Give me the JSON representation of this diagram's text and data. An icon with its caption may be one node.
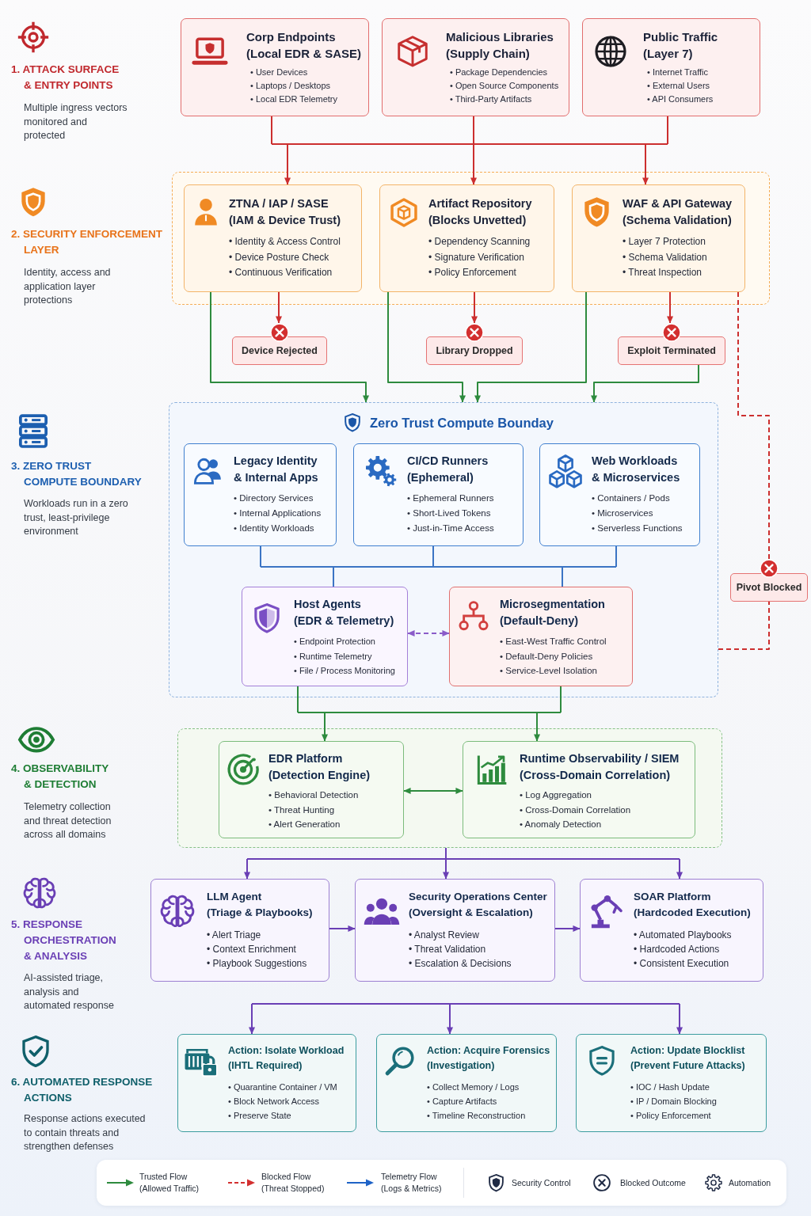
{
  "diagram": {
    "nodes": [
      {
        "text": [
          "Corp Endpoints (Local EDR & SASE)",
          "• User Devices",
          "• Laptops / Desktops",
          "• Local EDR Telemetry"
        ]
      },
      {
        "text": [
          "Malicious Libraries (Supply Chain)",
          "• Package Dependencies",
          "• Open Source Components",
          "• Third-Party Artifacts"
        ]
      },
      {
        "text": [
          "Public Traffic (Layer 7)",
          "• Internet Traffic",
          "• External Users",
          "• API Consumers"
        ]
      },
      {
        "text": [],
        "shape": "box"
      },
      {
        "text": [
          "ZTNA / IAP / SASE (IAM & Device Trust)",
          "• Identity & Access Control",
          "• Device Posture Check",
          "• Continuous Verification"
        ],
        "in": 3
      },
      {
        "text": [
          "Artifact Repository (Blocks Unvetted)",
          "• Dependency Scanning",
          "• Signature Verification",
          "• Policy Enforcement"
        ],
        "in": 3
      },
      {
        "text": [
          "WAF & API Gateway (Schema Validation)",
          "• Layer 7 Protection",
          "• Schema Validation",
          "• Threat Inspection"
        ],
        "in": 3
      },
      {
        "text": [
          "Device Rejected"
        ]
      },
      {
        "text": [
          "Library Dropped"
        ]
      },
      {
        "text": [
          "Exploit Terminated"
        ]
      },
      {
        "text": [
          "Zero Trust Compute Bounday"
        ]
      },
      {
        "text": [
          "Legacy Identity & Internal Apps",
          "• Directory Services",
          "• Internal Applications",
          "• Identity Workloads"
        ],
        "in": 10
      },
      {
        "text": [
          "CI/CD Runners (Ephemeral)",
          "• Ephemeral Runners",
          "• Short-Lived Tokens",
          "• Just-in-Time Access"
        ],
        "in": 10
      },
      {
        "text": [
          "Web Workloads & Microservices",
          "• Containers / Pods",
          "• Microservices",
          "• Serverless Functions"
        ],
        "in": 10
      },
      {
        "text": [
          "Host Agents (EDR & Telemetry)",
          "• Endpoint Protection",
          "• Runtime Telemetry",
          "• File / Process Monitoring"
        ],
        "in": 10
      },
      {
        "text": [
          "Microsegmentation (Default-Deny)",
          "• East-West Traffic Control",
          "• Default-Deny Policies",
          "• Service-Level Isolation"
        ],
        "in": 10
      },
      {
        "text": [
          "Pivot Blocked"
        ]
      },
      {
        "text": [],
        "shape": "box"
      },
      {
        "text": [
          "EDR Platform (Detection Engine)",
          "• Behavioral Detection",
          "• Threat Hunting",
          "• Alert Generation"
        ],
        "in": 17
      },
      {
        "text": [
          "Runtime Observability / SIEM (Cross-Domain Correlation)",
          "• Log Aggregation",
          "• Cross-Domain Correlation",
          "• Anomaly Detection"
        ],
        "in": 17
      },
      {
        "text": [
          "LLM Agent (Triage & Playbooks)",
          "• Alert Triage",
          "• Context Enrichment",
          "• Playbook Suggestions"
        ]
      },
      {
        "text": [
          "Security Operations Center (Oversight & Escalation)",
          "• Analyst Review",
          "• Threat Validation",
          "• Escalation & Decisions"
        ]
      },
      {
        "text": [
          "SOAR Platform (Hardcoded Execution)",
          "• Automated Playbooks",
          "• Hardcoded Actions",
          "• Consistent Execution"
        ]
      },
      {
        "text": [
          "Action: Isolate Workload (IHTL Required)",
          "• Quarantine Container / VM",
          "• Block Network Access",
          "• Preserve State"
        ]
      },
      {
        "text": [
          "Action: Acquire Forensics (Investigation)",
          "• Collect Memory / Logs",
          "• Capture Artifacts",
          "• Timeline Reconstruction"
        ]
      },
      {
        "text": [
          "Action: Update Blocklist (Prevent Future Attacks)",
          "• IOC / Hash Update",
          "• IP / Domain Blocking",
          "• Policy Enforcement"
        ]
      }
    ],
    "edges": [
      {
        "from": 0,
        "to": 4,
        "arrow": "to"
      },
      {
        "from": 0,
        "to": 5,
        "arrow": "to"
      },
      {
        "from": 0,
        "to": 6,
        "arrow": "to"
      },
      {
        "from": 1,
        "to": 4,
        "arrow": "to"
      },
      {
        "from": 1,
        "to": 5,
        "arrow": "to"
      },
      {
        "from": 1,
        "to": 6,
        "arrow": "to"
      },
      {
        "from": 2,
        "to": 4,
        "arrow": "to"
      },
      {
        "from": 2,
        "to": 5,
        "arrow": "to"
      },
      {
        "from": 2,
        "to": 6,
        "arrow": "to"
      },
      {
        "from": 4,
        "to": 7,
        "arrow": "to"
      },
      {
        "from": 5,
        "to": 8,
        "arrow": "to"
      },
      {
        "from": 6,
        "to": 9,
        "arrow": "to"
      },
      {
        "from": 4,
        "to": 10,
        "arrow": "to",
        "color": "#2e8b3e"
      },
      {
        "from": 5,
        "to": 10,
        "arrow": "to",
        "color": "#2e8b3e"
      },
      {
        "from": 6,
        "to": 10,
        "arrow": "to",
        "color": "#2e8b3e"
      },
      {
        "from": 9,
        "to": 10,
        "arrow": "to",
        "color": "#2e8b3e"
      },
      {
        "from": 6,
        "to": 16,
        "arrow": "none",
        "style": "dashed"
      },
      {
        "from": 10,
        "to": 16,
        "arrow": "none",
        "style": "dashed"
      },
      {
        "from": 11,
        "to": 14,
        "arrow": "none",
        "color": "#3b74c4"
      },
      {
        "from": 11,
        "to": 15,
        "arrow": "none",
        "color": "#3b74c4"
      },
      {
        "from": 12,
        "to": 14,
        "arrow": "none",
        "color": "#3b74c4"
      },
      {
        "from": 12,
        "to": 15,
        "arrow": "none",
        "color": "#3b74c4"
      },
      {
        "from": 13,
        "to": 14,
        "arrow": "none",
        "color": "#3b74c4"
      },
      {
        "from": 13,
        "to": 15,
        "arrow": "none",
        "color": "#3b74c4"
      },
      {
        "from": 14,
        "to": 15,
        "arrow": "both",
        "style": "dashed",
        "color": "#8a5cc9"
      },
      {
        "from": 14,
        "to": 18,
        "arrow": "to",
        "color": "#2e8b3e"
      },
      {
        "from": 14,
        "to": 19,
        "arrow": "to",
        "color": "#2e8b3e"
      },
      {
        "from": 15,
        "to": 18,
        "arrow": "to",
        "color": "#2e8b3e"
      },
      {
        "from": 15,
        "to": 19,
        "arrow": "to",
        "color": "#2e8b3e"
      },
      {
        "from": 18,
        "to": 19,
        "arrow": "both",
        "color": "#2e8b3e"
      },
      {
        "from": 17,
        "to": 20,
        "arrow": "to",
        "color": "#6a3fb5"
      },
      {
        "from": 17,
        "to": 21,
        "arrow": "to",
        "color": "#6a3fb5"
      },
      {
        "from": 17,
        "to": 22,
        "arrow": "to",
        "color": "#6a3fb5"
      },
      {
        "from": 20,
        "to": 21,
        "arrow": "to",
        "color": "#6a3fb5"
      },
      {
        "from": 21,
        "to": 22,
        "arrow": "to",
        "color": "#6a3fb5"
      },
      {
        "from": null,
        "to": 23,
        "arrow": "to",
        "color": "#6a3fb5"
      },
      {
        "from": null,
        "to": 24,
        "arrow": "to",
        "color": "#6a3fb5"
      },
      {
        "from": null,
        "to": 25,
        "arrow": "to",
        "color": "#6a3fb5"
      }
    ],
    "labels": [
      "1. ATTACK SURFACE & ENTRY POINTS",
      "Multiple ingress vectors monitored and protected",
      "2. SECURITY ENFORCEMENT LAYER",
      "Identity, access and application layer protections",
      "3. ZERO TRUST COMPUTE BOUNDARY",
      "Workloads run in a zero trust, least-privilege environment",
      "4. OBSERVABILITY & DETECTION",
      "Telemetry collection and threat detection across all domains",
      "5. RESPONSE ORCHESTRATION & ANALYSIS",
      "AI-assisted triage, analysis and automated response",
      "6. AUTOMATED RESPONSE ACTIONS",
      "Response actions executed to contain threats and strengthen defenses"
    ],
    "legend": [
      {
        "text": "Trusted Flow (Allowed Traffic)"
      },
      {
        "text": "Blocked Flow (Threat Stopped)"
      },
      {
        "text": "Telemetry Flow (Logs & Metrics)"
      },
      {
        "text": "Security Control"
      },
      {
        "text": "Blocked Outcome"
      },
      {
        "text": "Automation"
      }
    ]
  }
}
